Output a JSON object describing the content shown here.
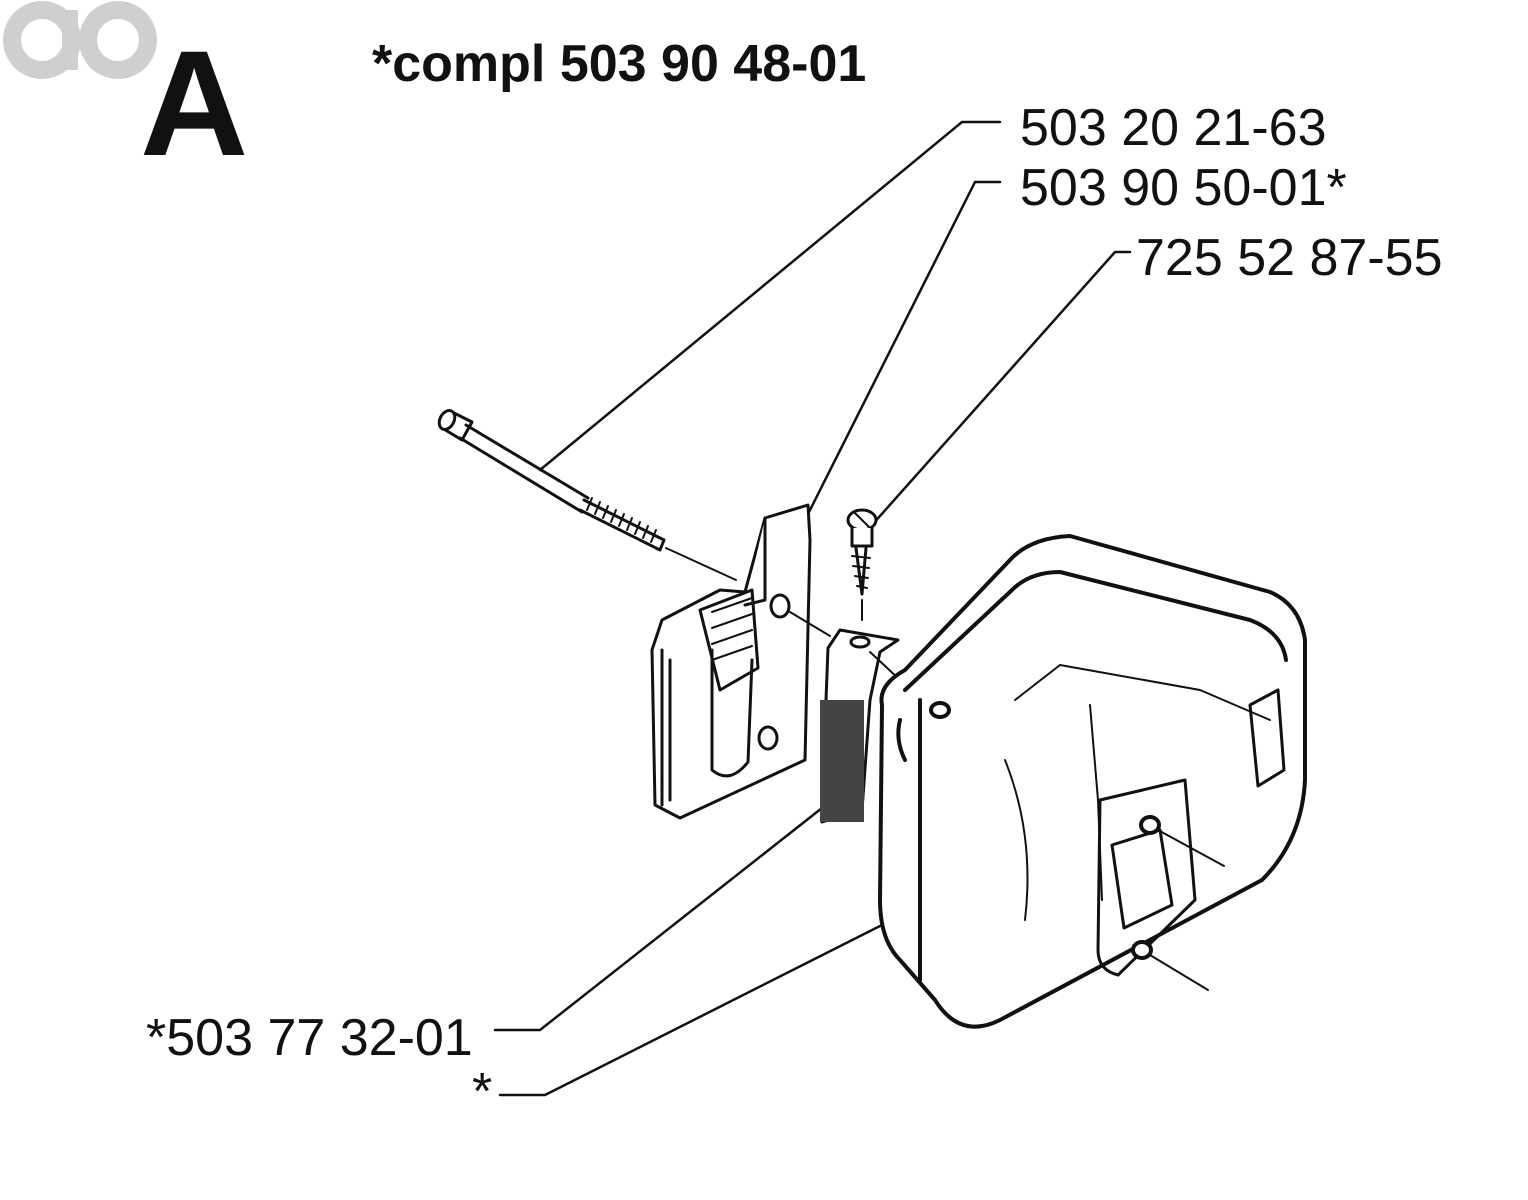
{
  "section": {
    "letter": "A"
  },
  "kit": {
    "title": "*compl 503 90 48-01"
  },
  "callouts": [
    {
      "id": "bolt",
      "part_number": "503 20 21-63"
    },
    {
      "id": "bracket",
      "part_number": "503 90 50-01*"
    },
    {
      "id": "screw",
      "part_number": "725 52 87-55"
    },
    {
      "id": "screen",
      "part_number": "*503 77 32-01"
    },
    {
      "id": "muffler",
      "part_number": "*"
    }
  ],
  "watermark": {
    "text": "ao"
  },
  "colors": {
    "ink": "#111111",
    "background": "#ffffff",
    "watermark": "#cfcfcf"
  }
}
